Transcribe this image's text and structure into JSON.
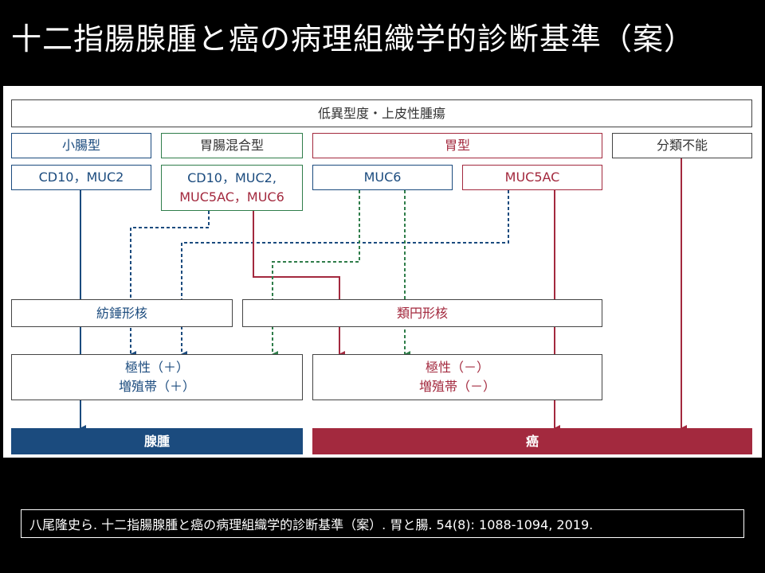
{
  "slide_title": "十二指腸腺腫と癌の病理組織学的診断基準（案）",
  "diagram": {
    "top": "低異型度・上皮性腫瘍",
    "types": {
      "intestinal": "小腸型",
      "mixed": "胃腸混合型",
      "gastric": "胃型",
      "unclassified": "分類不能"
    },
    "markers": {
      "intestinal": "CD10，MUC2",
      "mixed_line1": "CD10，MUC2,",
      "mixed_line2": "MUC5AC，MUC6",
      "gastric_a": "MUC6",
      "gastric_b": "MUC5AC"
    },
    "nuclei": {
      "spindle": "紡錘形核",
      "round": "類円形核"
    },
    "polarity": {
      "plus_line1": "極性（＋）",
      "plus_line2": "増殖帯（＋）",
      "minus_line1": "極性（－）",
      "minus_line2": "増殖帯（－）"
    },
    "outcomes": {
      "adenoma": "腺腫",
      "carcinoma": "癌"
    },
    "colors": {
      "blue": "#1b4b7e",
      "green": "#2f7d4a",
      "red": "#a3293e"
    }
  },
  "citation": "八尾隆史ら. 十二指腸腺腫と癌の病理組織学的診断基準（案）. 胃と腸. 54(8): 1088-1094, 2019."
}
